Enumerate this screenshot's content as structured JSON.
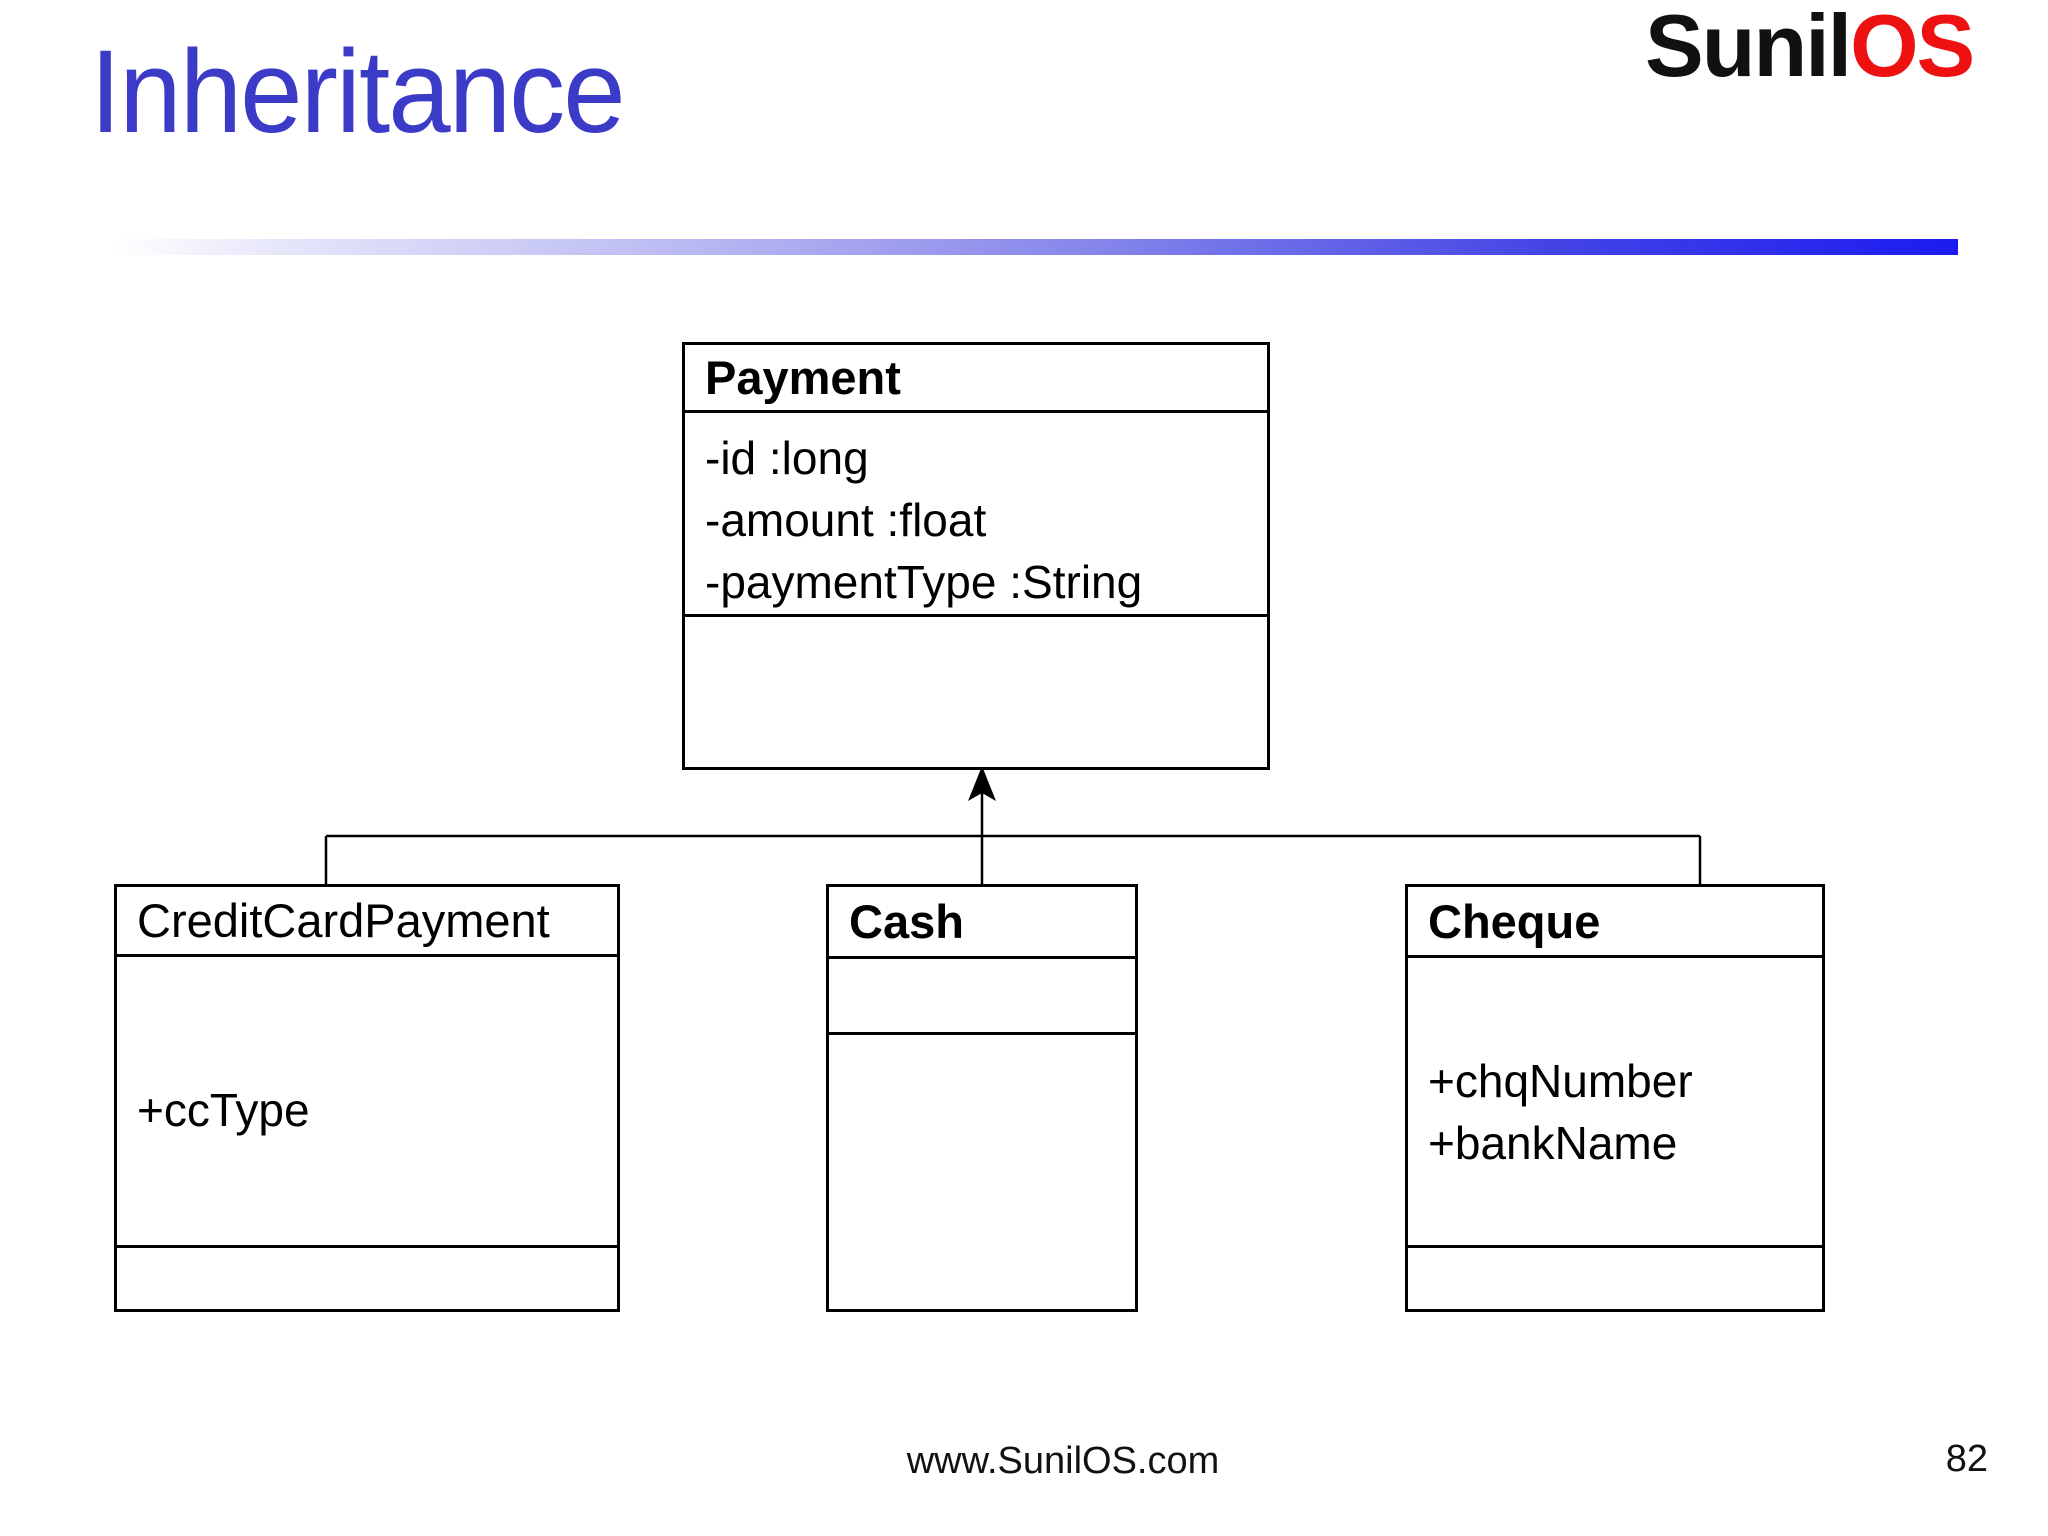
{
  "slide": {
    "title": "Inheritance",
    "logo": {
      "black": "Sunil",
      "red": "OS"
    },
    "footer": "www.SunilOS.com",
    "page_number": "82",
    "colors": {
      "title_blue": "#3b3bc8",
      "bar_blue": "#1b1bf0",
      "logo_red": "#ee1111",
      "line_black": "#000000"
    }
  },
  "diagram": {
    "type": "uml-class-inheritance",
    "parent": {
      "name": "Payment",
      "attributes": [
        "-id :long",
        "-amount :float",
        "-paymentType :String"
      ],
      "methods": []
    },
    "children": [
      {
        "name": "CreditCardPayment",
        "attributes": [
          "+ccType"
        ],
        "methods": []
      },
      {
        "name": "Cash",
        "attributes": [],
        "methods": []
      },
      {
        "name": "Cheque",
        "attributes": [
          "+chqNumber",
          "+bankName"
        ],
        "methods": []
      }
    ],
    "relationship": "generalization-arrow from children bus up to Payment"
  }
}
